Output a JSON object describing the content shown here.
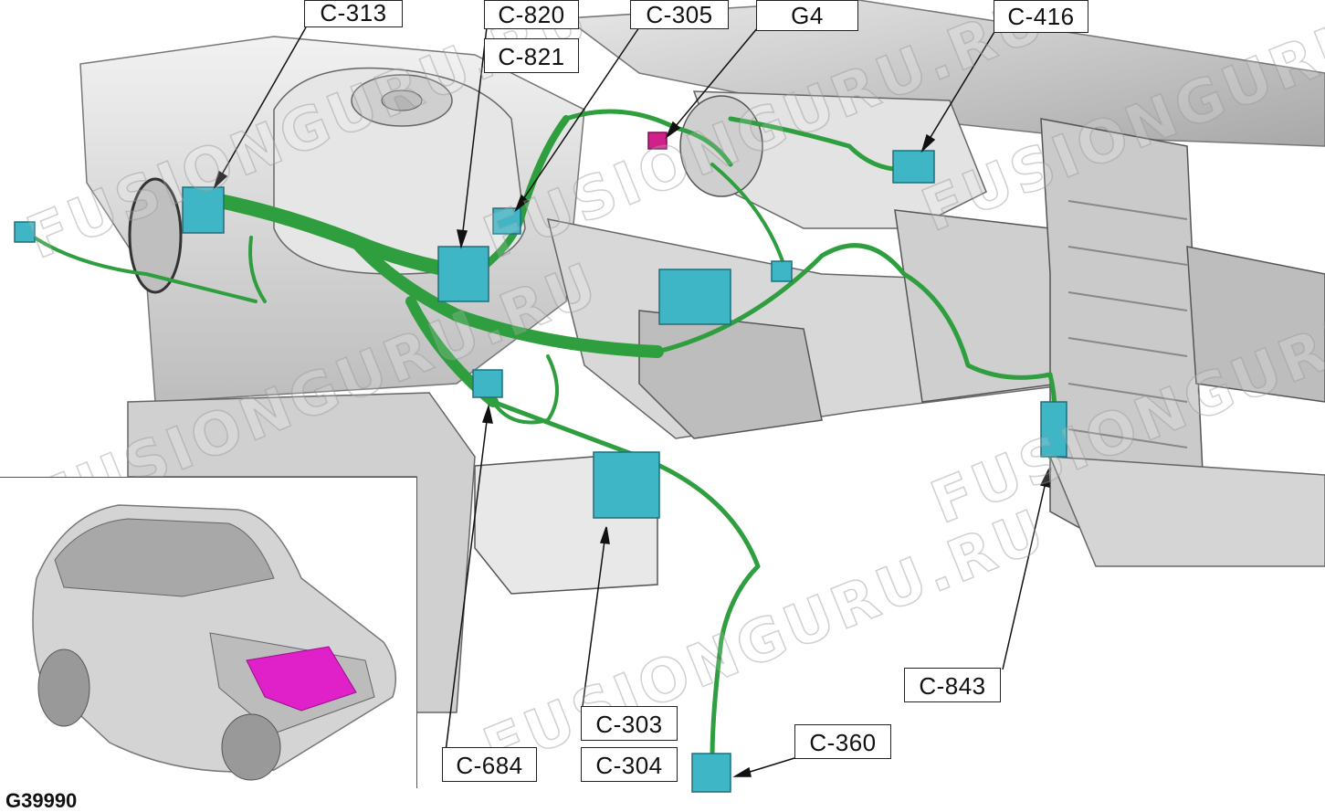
{
  "colors": {
    "harness": "#2e9e3e",
    "connector": "#3fb6c6",
    "ground": "#d0208a",
    "highlight": "#e020c8",
    "metal": "#d9d9d9",
    "metal_dark": "#9a9a9a"
  },
  "callouts": {
    "c313": "C-313",
    "c820": "C-820",
    "c821": "C-821",
    "c305": "C-305",
    "g4": "G4",
    "c416": "C-416",
    "c843": "C-843",
    "c303": "C-303",
    "c304": "C-304",
    "c360": "C-360",
    "c684": "C-684"
  },
  "watermark": {
    "text_1": "FUSIONGURU.RU",
    "text_2": "FUSIONGURU.RU",
    "text_3": "FUSIONGURU.RU",
    "text_4": "FUSIONGURU.RU",
    "text_5": "FUSIONGURU.RU",
    "text_6": "FUSIONGURU.RU"
  },
  "figure_code": "G39990"
}
